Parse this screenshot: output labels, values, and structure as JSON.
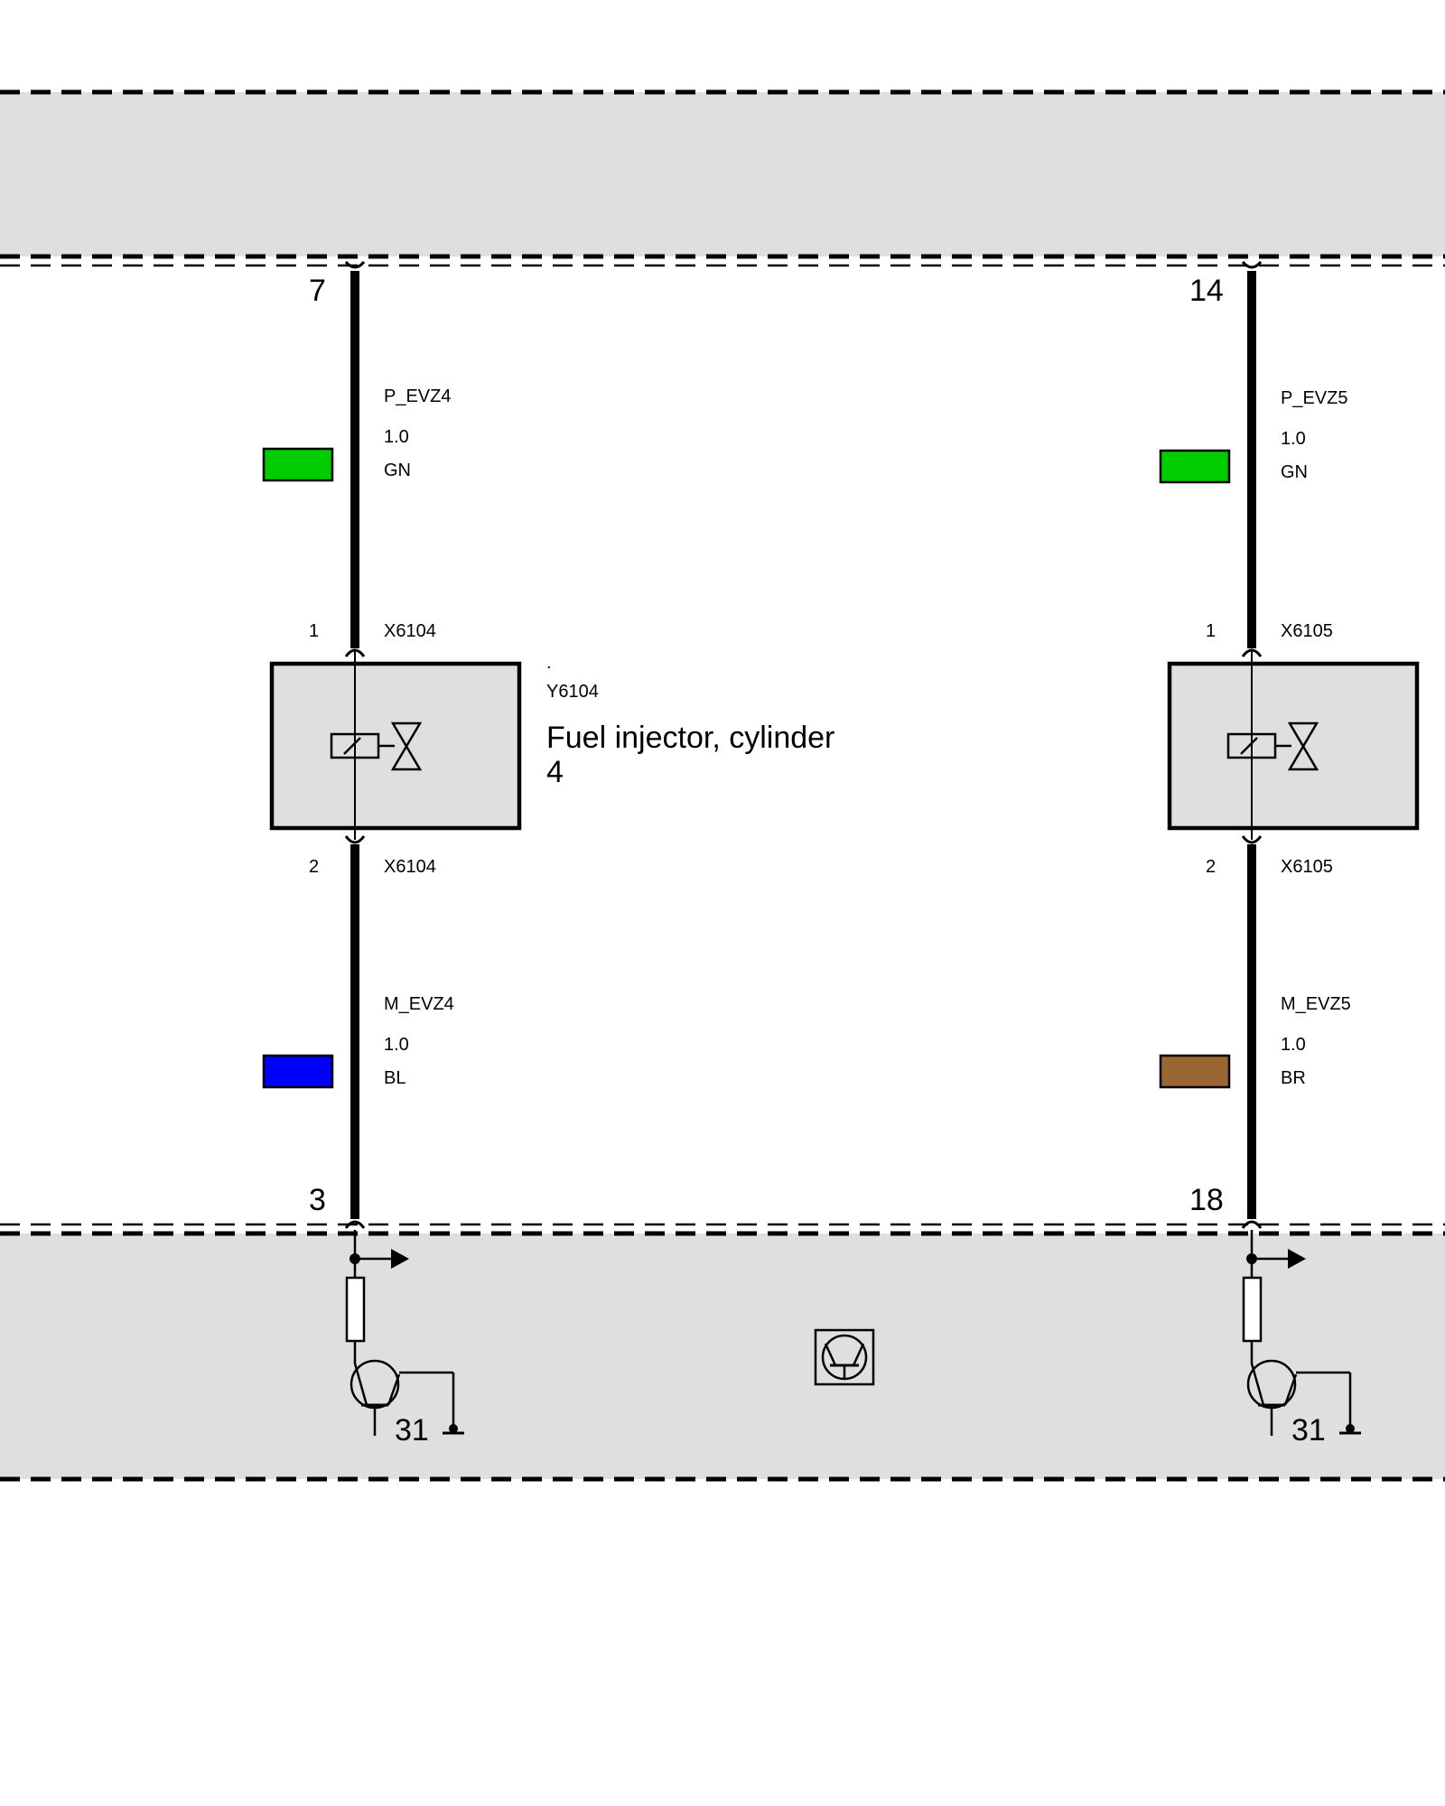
{
  "colors": {
    "background": "#ffffff",
    "control_unit_fill": "#dfdfdf",
    "wire": "#000000",
    "green": "#00cc00",
    "blue": "#0000ff",
    "brown": "#996633"
  },
  "circuits": [
    {
      "top_pin": "7",
      "signal_top": "P_EVZ4",
      "cross_section_top": "1.0",
      "color_top": "GN",
      "color_top_hex": "#00cc00",
      "connector_pin_1": "1",
      "connector_top": "X6104",
      "connector_pin_2": "2",
      "connector_bottom": "X6104",
      "signal_bottom": "M_EVZ4",
      "cross_section_bottom": "1.0",
      "color_bottom": "BL",
      "color_bottom_hex": "#0000ff",
      "bottom_pin": "3",
      "ground_label": "31"
    },
    {
      "top_pin": "14",
      "signal_top": "P_EVZ5",
      "cross_section_top": "1.0",
      "color_top": "GN",
      "color_top_hex": "#00cc00",
      "connector_pin_1": "1",
      "connector_top": "X6105",
      "connector_pin_2": "2",
      "connector_bottom": "X6105",
      "signal_bottom": "M_EVZ5",
      "cross_section_bottom": "1.0",
      "color_bottom": "BR",
      "color_bottom_hex": "#996633",
      "bottom_pin": "18",
      "ground_label": "31"
    }
  ],
  "component": {
    "marker": ".",
    "id": "Y6104",
    "description_line1": "Fuel injector, cylinder",
    "description_line2": "4"
  },
  "icons": {
    "injector": "solenoid-valve-icon",
    "driver": "transistor-driver-icon",
    "ground": "ground-icon",
    "electronic_module": "electronic-module-icon"
  }
}
